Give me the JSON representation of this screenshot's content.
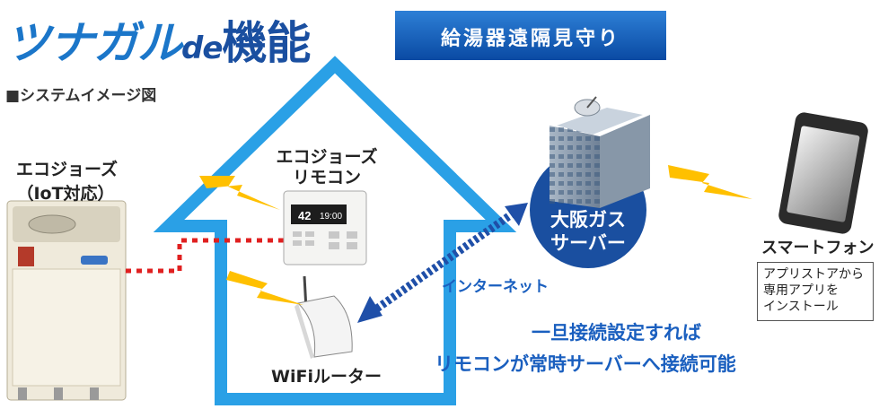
{
  "title": {
    "tsunagaru": "ツナガル",
    "de": "de",
    "kino": "機能"
  },
  "badge": "給湯器遠隔見守り",
  "section_label": "■システムイメージ図",
  "heater": {
    "line1": "エコジョーズ",
    "line2": "（IoT対応）"
  },
  "remote": {
    "line1": "エコジョーズ",
    "line2": "リモコン",
    "display": "42 19:00"
  },
  "router": "WiFiルーター",
  "server": {
    "line1": "大阪ガス",
    "line2": "サーバー"
  },
  "internet": "インターネット",
  "smartphone": "スマートフォン",
  "note": [
    "アプリストアから",
    "専用アプリを",
    "インストール"
  ],
  "message": [
    "一旦接続設定すれば",
    "リモコンが常時サーバーへ接続可能"
  ],
  "colors": {
    "brand_blue": "#1a5fbf",
    "house_blue": "#2aa0e6",
    "bolt_yellow": "#ffc000",
    "cable_red": "#e02020"
  }
}
